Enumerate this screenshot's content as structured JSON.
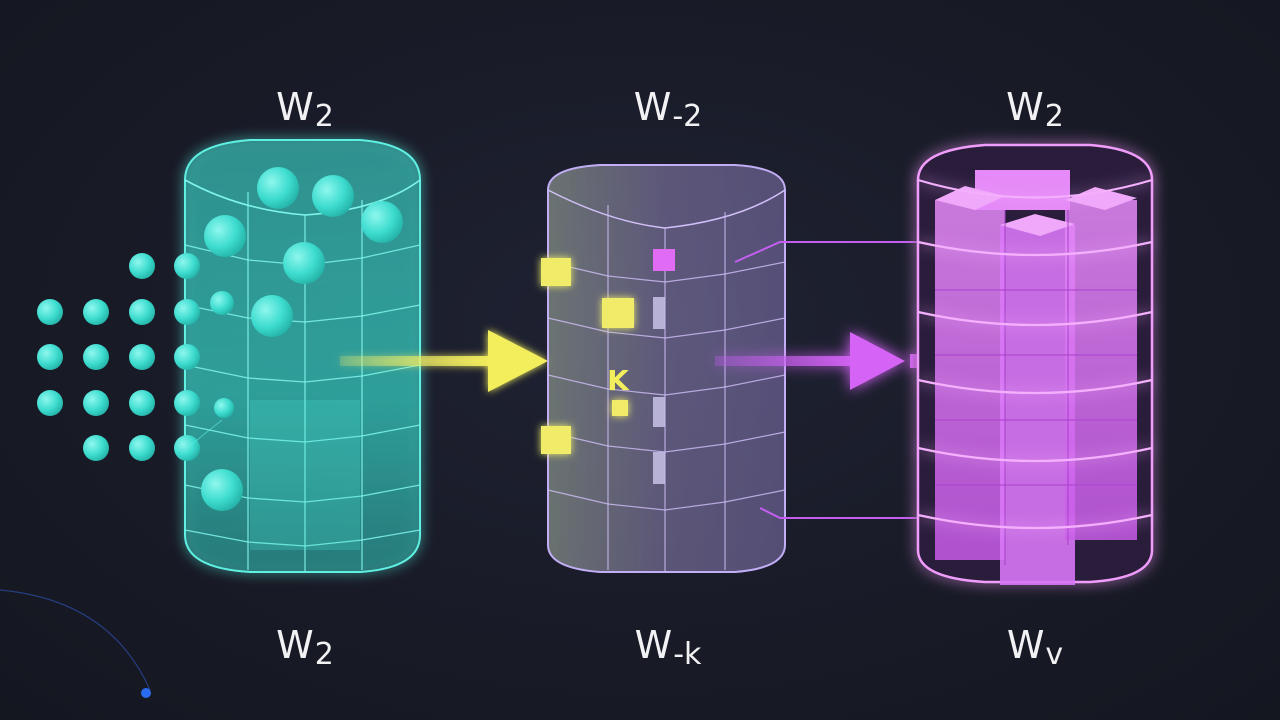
{
  "labels": {
    "col1_top": {
      "base": "W",
      "sub": "2"
    },
    "col2_top": {
      "base": "W",
      "sub": "-2"
    },
    "col3_top": {
      "base": "W",
      "sub": "2"
    },
    "col1_bottom": {
      "base": "W",
      "sub": "2"
    },
    "col2_bottom": {
      "base": "W",
      "sub": "-k"
    },
    "col3_bottom": {
      "base": "W",
      "sub": "v"
    },
    "inner_k": "K"
  },
  "colors": {
    "background": "#181a26",
    "teal": "#3fe6d8",
    "teal_fill": "#37d6c9",
    "lavender": "#b89cf0",
    "lavender_fill": "#9c8fc4",
    "magenta": "#e070f5",
    "magenta_fill": "#cf5ef0",
    "yellow": "#f0ec6a",
    "dot_blue": "#2a6cf0"
  },
  "icons": {
    "arrow_1": "arrow-right-icon",
    "arrow_2": "arrow-right-icon"
  }
}
